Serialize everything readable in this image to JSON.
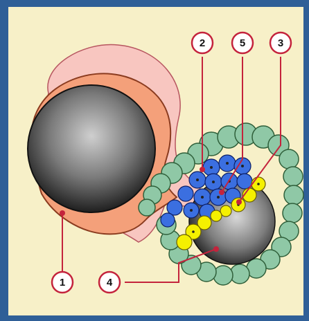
{
  "labels": {
    "one": "1",
    "two": "2",
    "three": "3",
    "four": "4",
    "five": "5"
  },
  "colors": {
    "frame": "#2f5f97",
    "background": "#f7f0c8",
    "yolk": "#5a5a5a",
    "amnion": "#f4a07a",
    "chorion": "#f8c6c0",
    "epiblast": "#3b6fe0",
    "hypoblast": "#f5f000",
    "trophoblast": "#8fc8a6",
    "callout": "#c4233c"
  }
}
